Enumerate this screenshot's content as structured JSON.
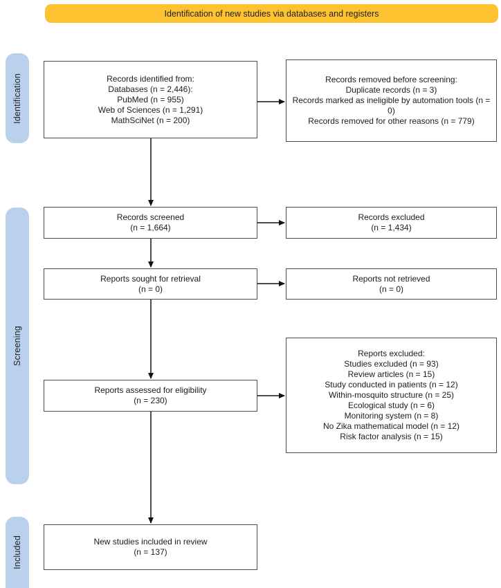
{
  "header": {
    "banner": "Identification of new studies via databases and registers"
  },
  "stages": [
    {
      "id": "identification",
      "label": "Identification"
    },
    {
      "id": "screening",
      "label": "Screening"
    },
    {
      "id": "included",
      "label": "Included"
    }
  ],
  "boxes": {
    "records_identified": {
      "lines": [
        "Records identified from:",
        "Databases (n = 2,446):",
        "PubMed (n = 955)",
        "Web of Sciences (n = 1,291)",
        "MathSciNet (n = 200)"
      ]
    },
    "records_removed": {
      "lines": [
        "Records removed before screening:",
        "Duplicate records (n = 3)",
        "Records marked as ineligible by automation tools (n = 0)",
        "Records removed for other reasons (n = 779)"
      ]
    },
    "records_screened": {
      "lines": [
        "Records screened",
        "(n = 1,664)"
      ]
    },
    "records_excluded": {
      "lines": [
        "Records excluded",
        "(n = 1,434)"
      ]
    },
    "reports_sought": {
      "lines": [
        "Reports sought for retrieval",
        "(n = 0)"
      ]
    },
    "reports_not_retrieved": {
      "lines": [
        "Reports not retrieved",
        "(n = 0)"
      ]
    },
    "reports_assessed": {
      "lines": [
        "Reports assessed for eligibility",
        "(n = 230)"
      ]
    },
    "reports_excluded": {
      "lines": [
        "Reports excluded:",
        "Studies excluded (n = 93)",
        "Review articles (n = 15)",
        "Study conducted in patients (n = 12)",
        "Within-mosquito structure (n = 25)",
        "Ecological study (n = 6)",
        "Monitoring system (n = 8)",
        "No Zika mathematical model (n = 12)",
        "Risk factor analysis (n = 15)"
      ]
    },
    "new_studies_included": {
      "lines": [
        "New studies included in review",
        "(n = 137)"
      ]
    }
  },
  "colors": {
    "banner_bg": "#FCC230",
    "stage_bg": "#B9D1ED",
    "box_border": "#4d4d4d",
    "arrow": "#111111",
    "text": "#222222"
  }
}
